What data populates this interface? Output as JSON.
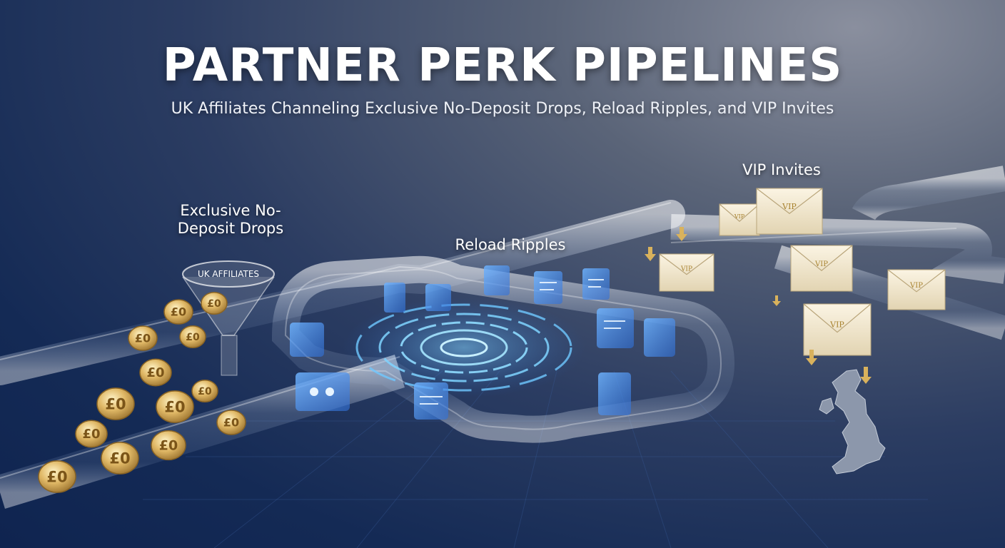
{
  "title": "PARTNER PERK PIPELINES",
  "subtitle": "UK Affiliates Channeling Exclusive No-Deposit Drops, Reload Ripples, and VIP Invites",
  "labels": {
    "exclusive": "Exclusive No-Deposit Drops",
    "reload": "Reload Ripples",
    "vip": "VIP Invites",
    "funnel": "UK AFFILIATES"
  },
  "coin_text": "£0",
  "envelope_text": "VIP",
  "colors": {
    "accent_blue": "#4da3ff",
    "gold": "#d9b25c",
    "envelope": "#f3ead6"
  }
}
